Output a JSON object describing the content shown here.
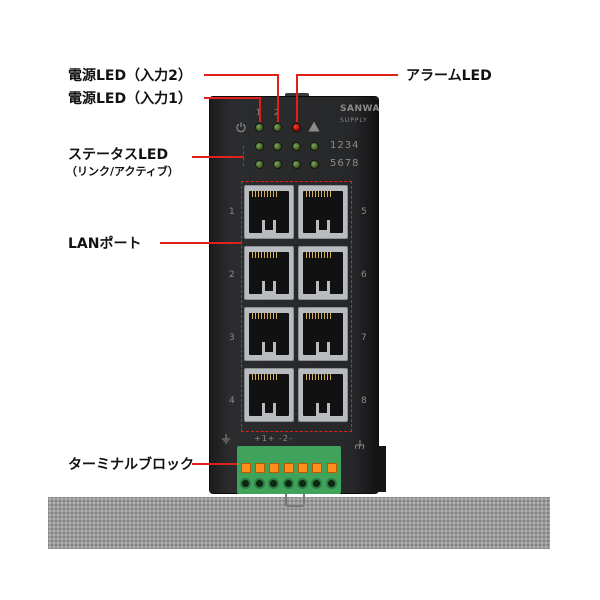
{
  "callouts": {
    "power_led_2": "電源LED（入力2）",
    "power_led_1": "電源LED（入力1）",
    "alarm_led": "アラームLED",
    "status_led": "ステータスLED",
    "status_led_sub": "（リンク/アクティブ）",
    "lan_port": "LANポート",
    "terminal_block": "ターミナルブロック"
  },
  "device": {
    "brand_line1": "SANWA",
    "brand_line2": "SUPPLY",
    "power_led_numbers": [
      "1",
      "2"
    ],
    "status_numbers_top": "1234",
    "status_numbers_bottom": "5678",
    "port_numbers_left": [
      "1",
      "2",
      "3",
      "4"
    ],
    "port_numbers_right": [
      "5",
      "6",
      "7",
      "8"
    ],
    "terminal_label": "+1+ -2-",
    "icons": [
      "power-icon",
      "warning-triangle-icon",
      "ground-icon"
    ],
    "colors": {
      "body": "#262729",
      "callout_red": "#e0201b",
      "terminal_green": "#3fa35b",
      "terminal_orange": "#ff8e1e",
      "led_green": "#5f8a40",
      "led_red": "#ff3a2a"
    }
  }
}
